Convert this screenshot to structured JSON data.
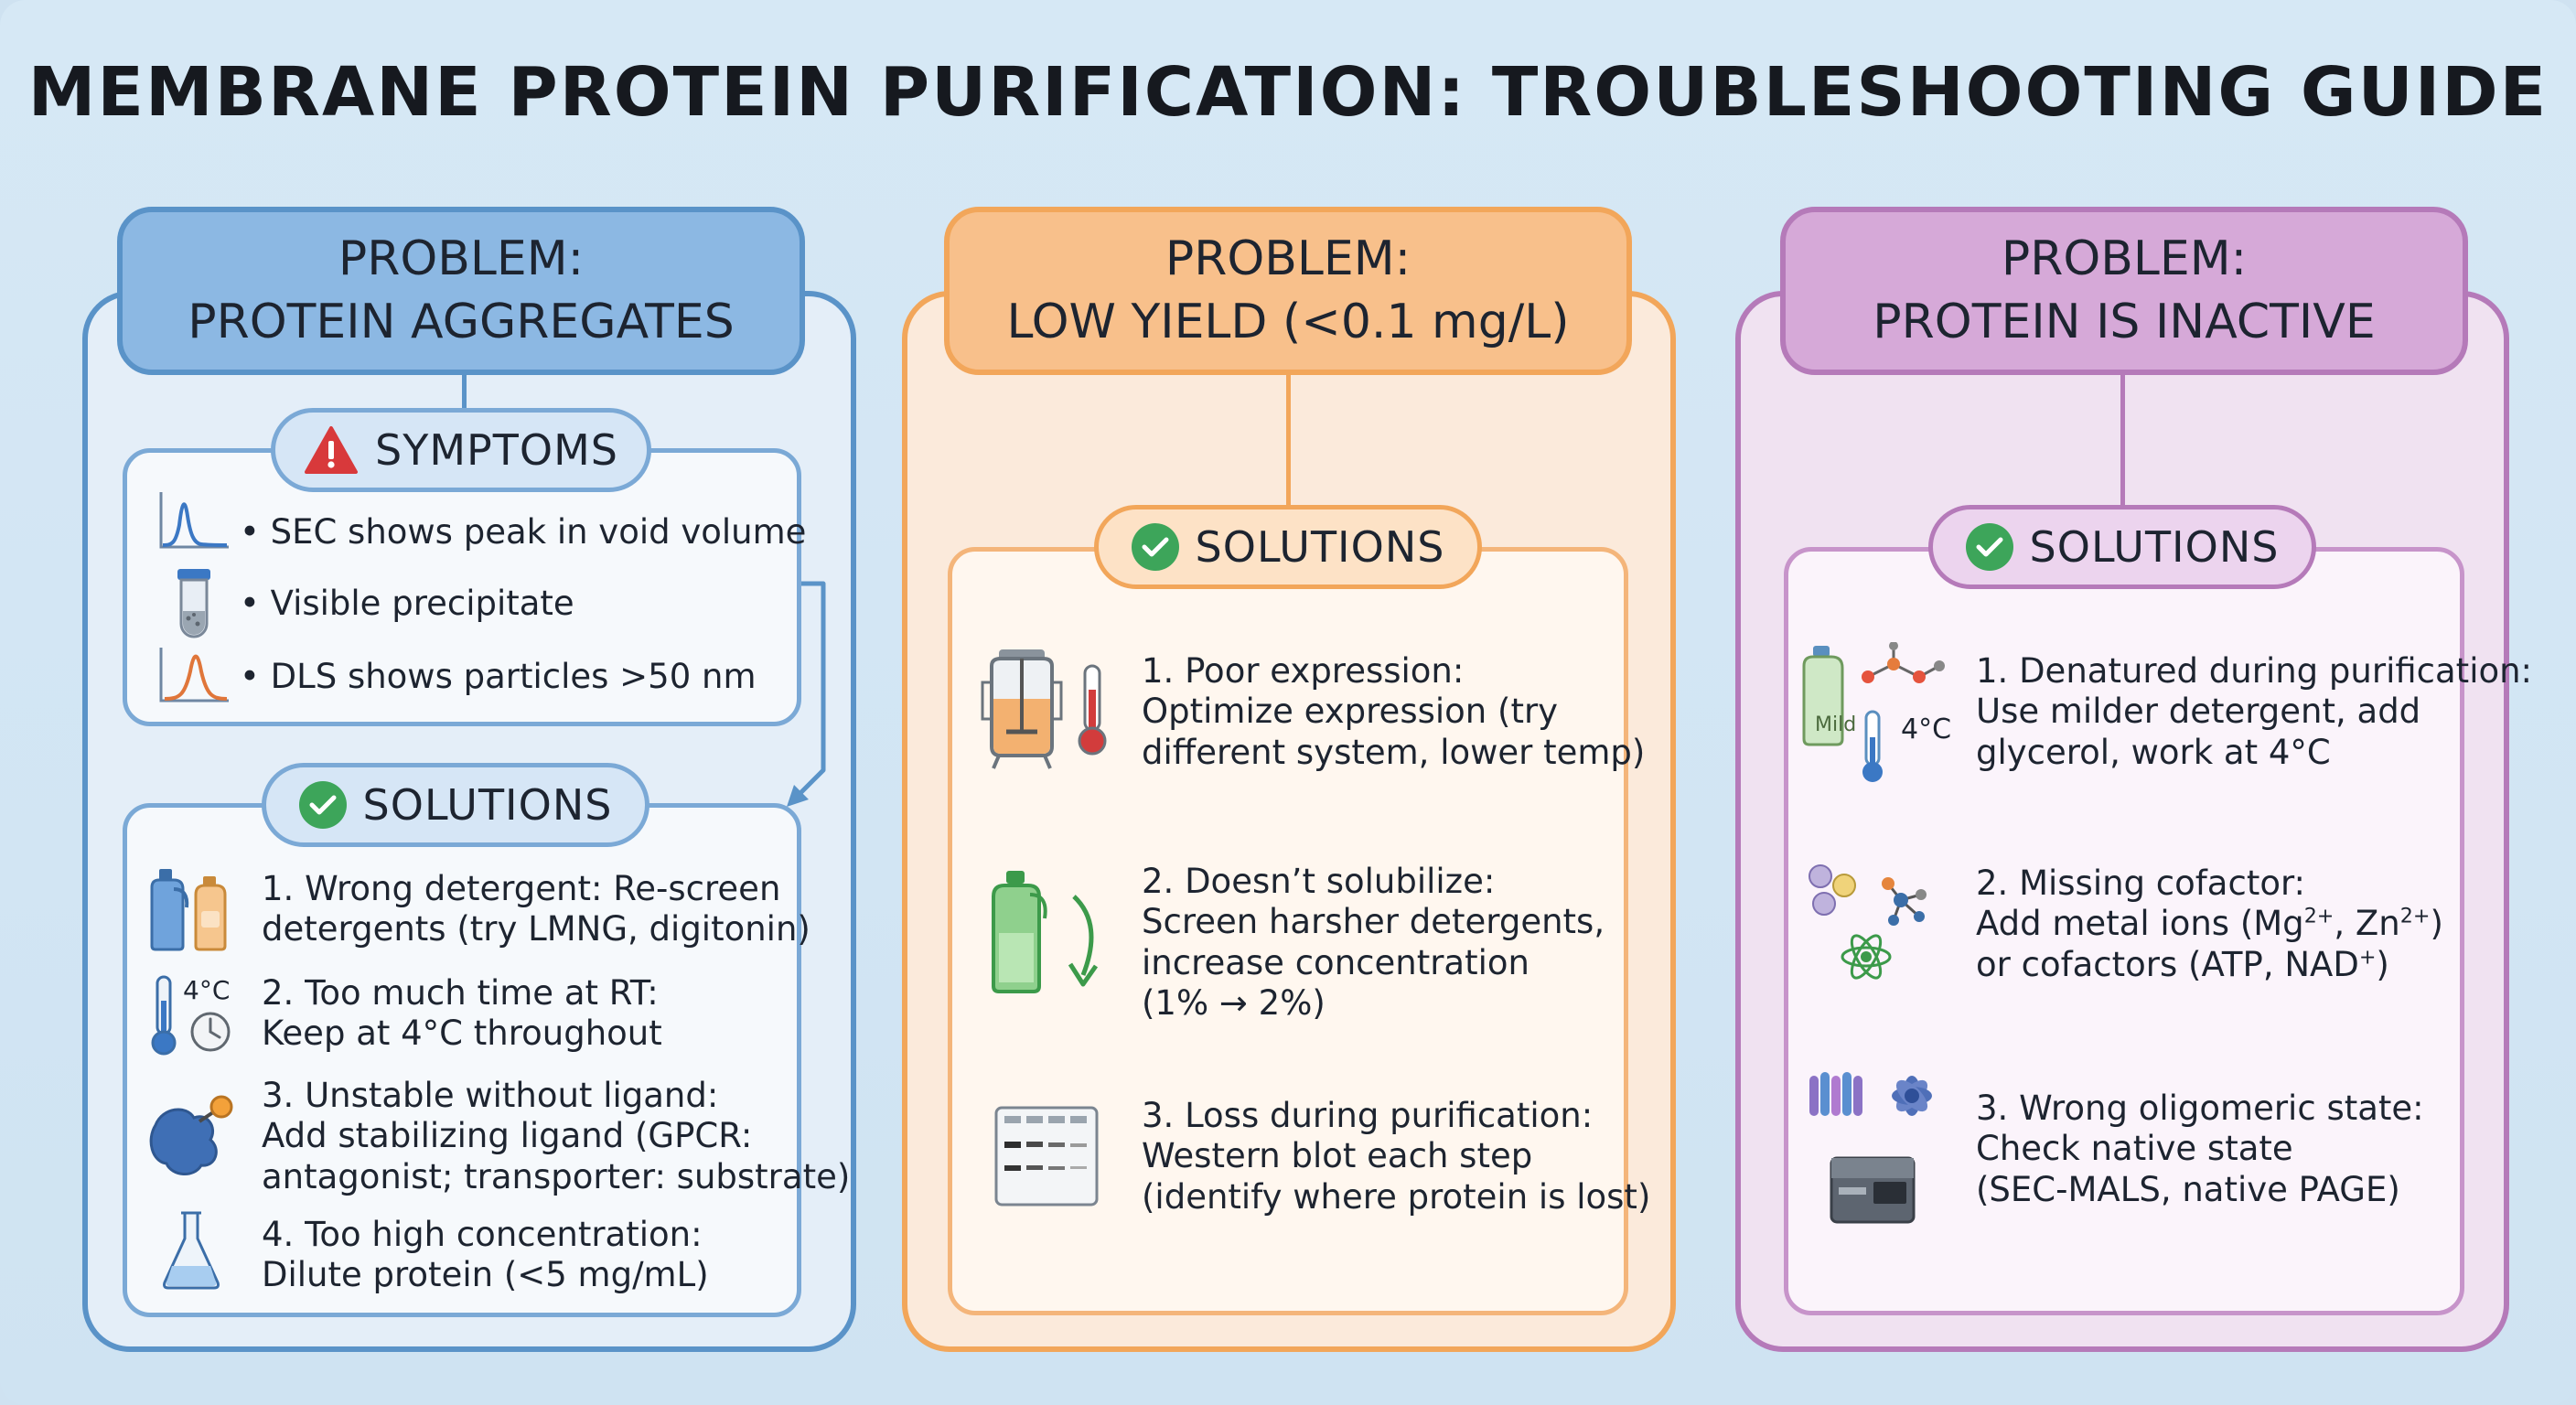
{
  "title": "MEMBRANE PROTEIN PURIFICATION: TROUBLESHOOTING GUIDE",
  "colors": {
    "blue": "#5a93c8",
    "orange": "#f2a65a",
    "purple": "#b57ab9",
    "check": "#3da55a",
    "warning": "#d8393b"
  },
  "columns": [
    {
      "header_line1": "PROBLEM:",
      "header_line2": "PROTEIN AGGREGATES",
      "symptoms_label": "SYMPTOMS",
      "symptoms": [
        {
          "icon": "chromatogram-peak-icon",
          "text": "• SEC shows peak in void volume"
        },
        {
          "icon": "test-tube-icon",
          "text": "• Visible precipitate"
        },
        {
          "icon": "dls-curve-icon",
          "text": "• DLS shows particles >50 nm"
        }
      ],
      "solutions_label": "SOLUTIONS",
      "solutions": [
        {
          "icon": "detergent-bottles-icon",
          "line1": "1. Wrong detergent: Re-screen",
          "line2": "detergents (try LMNG, digitonin)",
          "line3": ""
        },
        {
          "icon": "thermometer-clock-icon",
          "icon_text": "4°C",
          "line1": "2. Too much time at RT:",
          "line2": "Keep at 4°C throughout",
          "line3": ""
        },
        {
          "icon": "protein-ligand-icon",
          "line1": "3. Unstable without ligand:",
          "line2": "Add stabilizing ligand (GPCR:",
          "line3": "antagonist; transporter: substrate)"
        },
        {
          "icon": "flask-icon",
          "line1": "4. Too high concentration:",
          "line2": "Dilute protein (<5 mg/mL)",
          "line3": ""
        }
      ]
    },
    {
      "header_line1": "PROBLEM:",
      "header_line2": "LOW YIELD (<0.1 mg/L)",
      "solutions_label": "SOLUTIONS",
      "solutions": [
        {
          "icon": "bioreactor-thermometer-icon",
          "line1": "1. Poor expression:",
          "line2": "Optimize expression (try",
          "line3": "different system, lower temp)",
          "line4": ""
        },
        {
          "icon": "detergent-arrow-icon",
          "line1": "2. Doesn’t solubilize:",
          "line2": "Screen harsher detergents,",
          "line3": "increase concentration",
          "line4": "(1% → 2%)"
        },
        {
          "icon": "western-blot-icon",
          "line1": "3. Loss during purification:",
          "line2": "Western blot each step",
          "line3": "(identify where protein is lost)",
          "line4": ""
        }
      ]
    },
    {
      "header_line1": "PROBLEM:",
      "header_line2": "PROTEIN IS INACTIVE",
      "solutions_label": "SOLUTIONS",
      "solutions": [
        {
          "icon": "mild-detergent-molecule-icon",
          "icon_text": "4°C",
          "bottle_text": "Mild",
          "line1": "1. Denatured during purification:",
          "line2": "Use milder detergent, add",
          "line3": "glycerol, work at 4°C"
        },
        {
          "icon": "metal-ions-cofactor-icon",
          "line1": "2. Missing cofactor:",
          "line2a": "Add metal ions (Mg",
          "sup1": "2+",
          "line2b": ", Zn",
          "sup2": "2+",
          "line2c": ")",
          "line3a": "or cofactors (ATP, NAD",
          "sup3": "+",
          "line3b": ")"
        },
        {
          "icon": "oligomer-instrument-icon",
          "line1": "3. Wrong oligomeric state:",
          "line2": "Check native state",
          "line3": "(SEC-MALS, native PAGE)"
        }
      ]
    }
  ]
}
